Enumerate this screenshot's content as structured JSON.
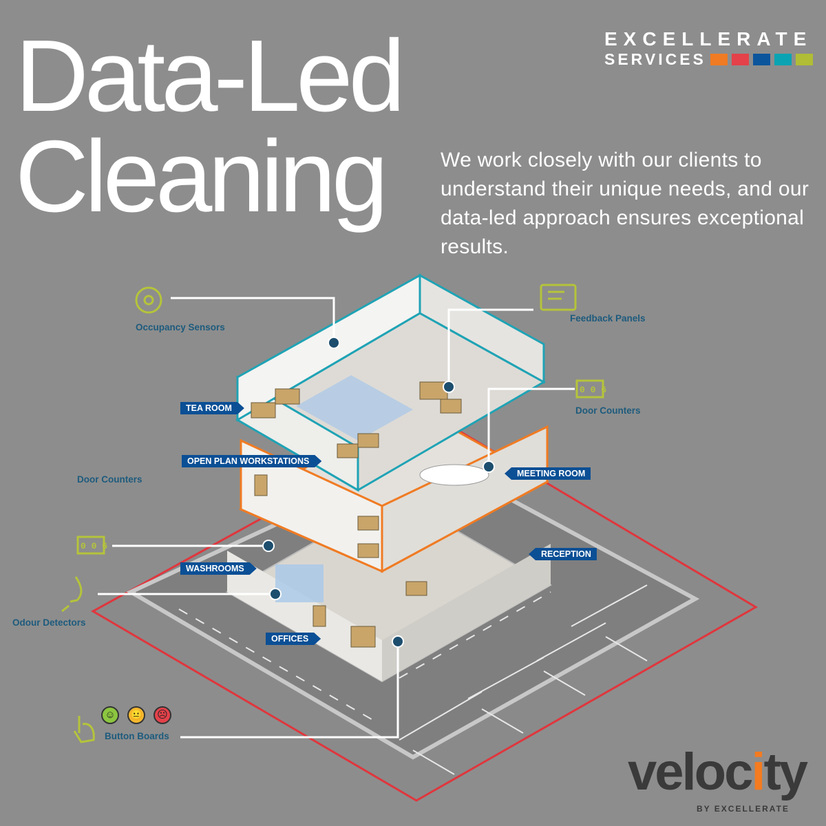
{
  "title": {
    "line1": "Data-Led",
    "line2": "Cleaning"
  },
  "intro": "We work closely with our clients to understand their unique needs, and our data-led approach ensures exceptional results.",
  "brand": {
    "line1": "EXCELLERATE",
    "line2": "SERVICES",
    "swatches": [
      "#f07b23",
      "#e4414a",
      "#0b559c",
      "#0aa3b3",
      "#b0bd35"
    ]
  },
  "footer_logo": {
    "word_a": "veloc",
    "word_i": "i",
    "word_b": "ty",
    "tagline": "BY EXCELLERATE",
    "accent": "#f47b20"
  },
  "features": {
    "occupancy": "Occupancy Sensors",
    "feedback": "Feedback Panels",
    "door_counters_right": "Door Counters",
    "door_counters_left": "Door Counters",
    "odour": "Odour Detectors",
    "button_boards": "Button Boards"
  },
  "rooms": {
    "tea_room": "TEA ROOM",
    "open_plan": "OPEN PLAN WORKSTATIONS",
    "meeting_room": "MEETING ROOM",
    "washrooms": "WASHROOMS",
    "reception": "RECEPTION",
    "offices": "OFFICES"
  },
  "counter_digits": "0 0 6",
  "colors": {
    "background": "#8d8d8d",
    "label": "#1d5b7d",
    "banner": "#0b4f95",
    "icon": "#b5c43a",
    "lot_outline": "#e0363d",
    "top_floor": "#1fa3b5",
    "mid_floor": "#f07b23"
  }
}
